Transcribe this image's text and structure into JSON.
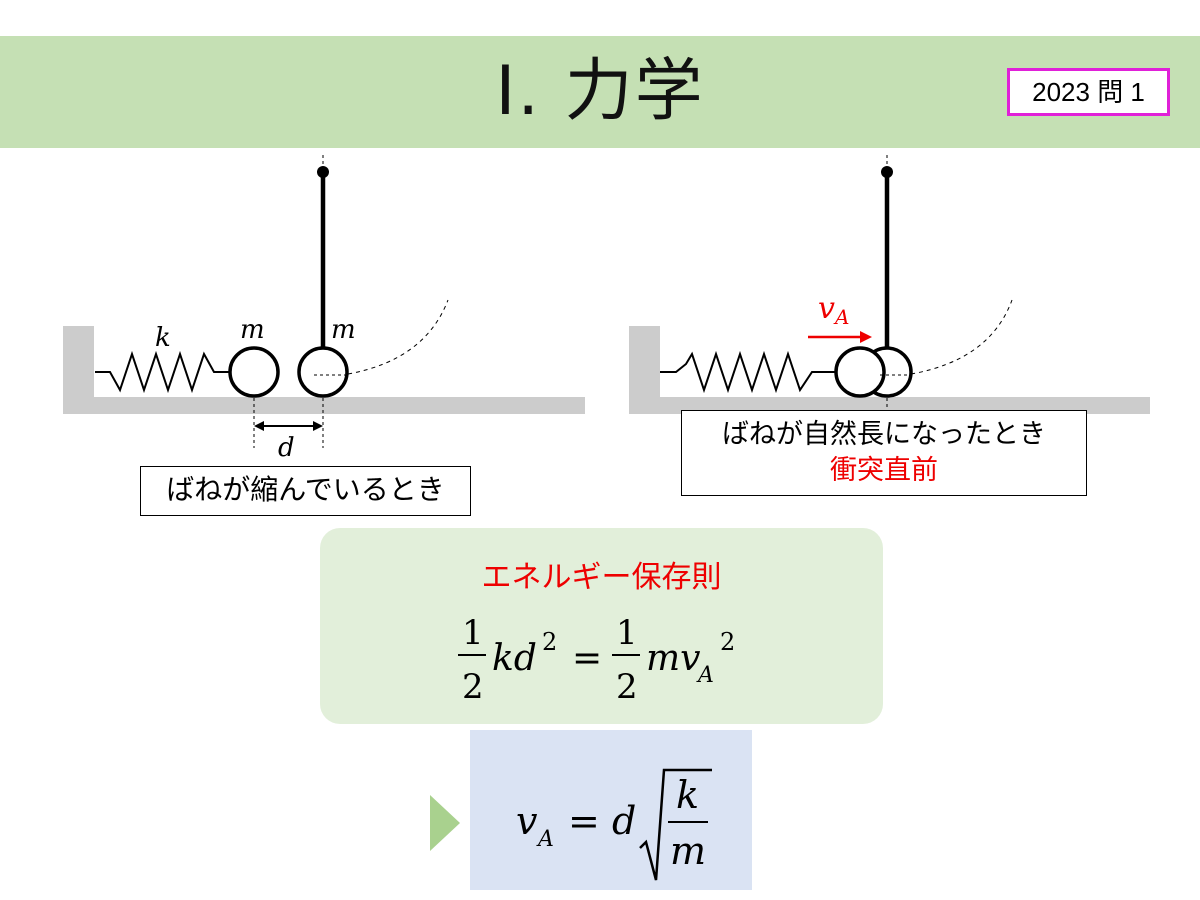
{
  "header": {
    "title": "Ⅰ. 力学",
    "badge": "2023 問 1"
  },
  "left_diagram": {
    "spring_label": "k",
    "mass_label_1": "m",
    "mass_label_2": "m",
    "distance_label": "d",
    "caption": "ばねが縮んでいるとき"
  },
  "right_diagram": {
    "velocity_label_main": "v",
    "velocity_label_sub": "A",
    "caption_line1": "ばねが自然長になったとき",
    "caption_line2": "衝突直前"
  },
  "energy": {
    "title": "エネルギー保存則",
    "num_left": "1",
    "den_left": "2",
    "lhs_main": "kd",
    "lhs_exp": "2",
    "equals": "=",
    "num_right": "1",
    "den_right": "2",
    "rhs_main": "mv",
    "rhs_sub": "A",
    "rhs_exp": "2"
  },
  "result": {
    "lhs_main": "v",
    "lhs_sub": "A",
    "equals": "=",
    "coef": "d",
    "frac_num": "k",
    "frac_den": "m"
  },
  "colors": {
    "title_band": "#c5e0b4",
    "badge_border": "#e020d8",
    "energy_box": "#e2efda",
    "result_box": "#dae3f3",
    "accent_red": "#ee0000",
    "arrow_triangle": "#a9d18e",
    "wall_gray": "#cccccc"
  }
}
